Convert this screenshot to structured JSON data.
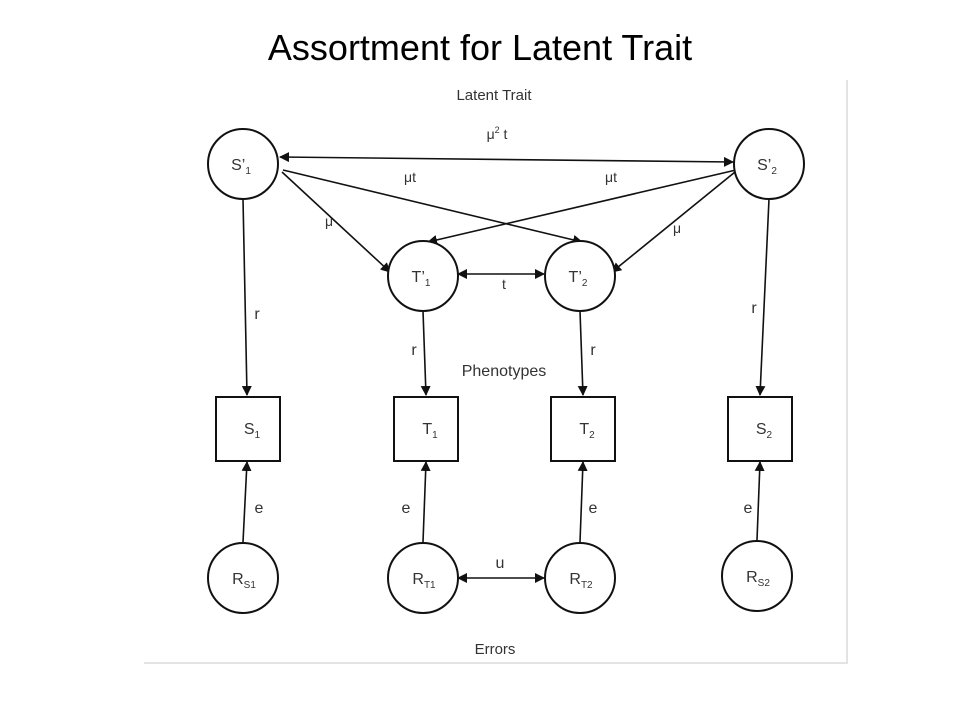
{
  "slide": {
    "title": "Assortment for Latent Trait"
  },
  "diagram": {
    "section_labels": {
      "latent": "Latent Trait",
      "phenotypes": "Phenotypes",
      "errors": "Errors"
    },
    "nodes": {
      "s1_latent": {
        "main": "S’",
        "sub": "1"
      },
      "s2_latent": {
        "main": "S’",
        "sub": "2"
      },
      "t1_latent": {
        "main": "T’",
        "sub": "1"
      },
      "t2_latent": {
        "main": "T’",
        "sub": "2"
      },
      "s1_obs": {
        "main": "S",
        "sub": "1"
      },
      "t1_obs": {
        "main": "T",
        "sub": "1"
      },
      "t2_obs": {
        "main": "T",
        "sub": "2"
      },
      "s2_obs": {
        "main": "S",
        "sub": "2"
      },
      "rs1": {
        "main": "R",
        "sub": "S1"
      },
      "rt1": {
        "main": "R",
        "sub": "T1"
      },
      "rt2": {
        "main": "R",
        "sub": "T2"
      },
      "rs2": {
        "main": "R",
        "sub": "S2"
      }
    },
    "path_labels": {
      "mu2t": {
        "main": "μ",
        "sup": "2",
        "rest": " t"
      },
      "mut_left": "μt",
      "mut_right": "μt",
      "mu_left": "μ",
      "mu_right": "μ",
      "t": "t",
      "r_s1": "r",
      "r_t1": "r",
      "r_t2": "r",
      "r_s2": "r",
      "e_s1": "e",
      "e_t1": "e",
      "e_t2": "e",
      "e_s2": "e",
      "u": "u"
    }
  }
}
